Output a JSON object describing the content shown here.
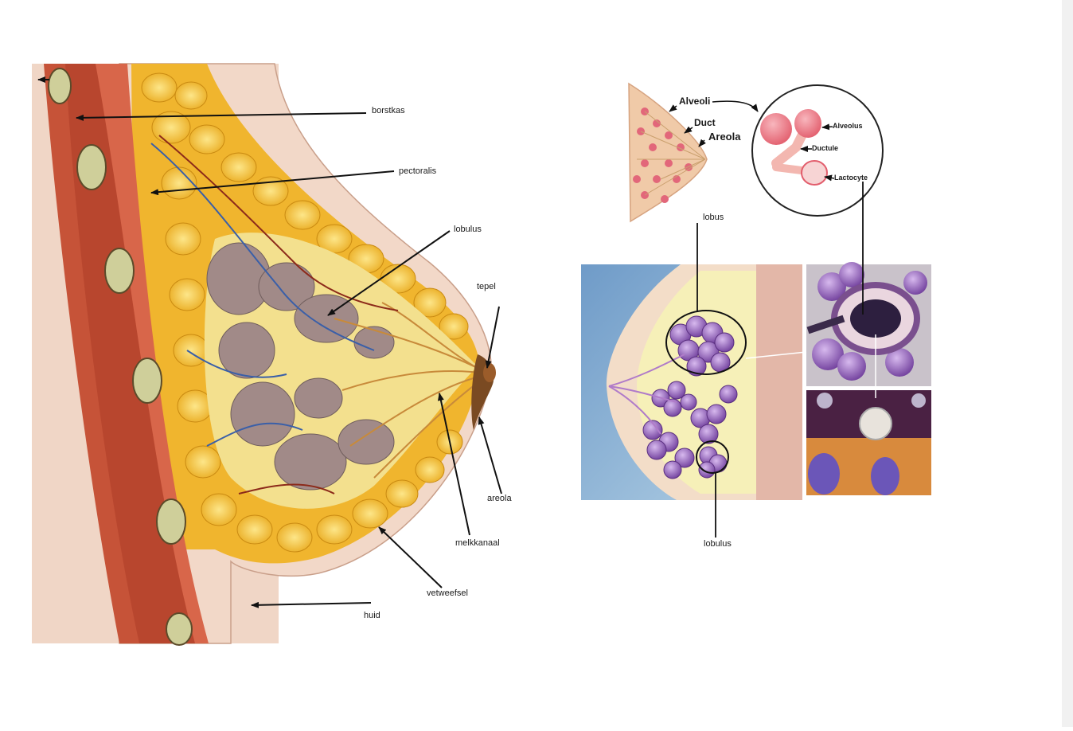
{
  "left_figure": {
    "labels": {
      "borstkas": "borstkas",
      "pectoralis": "pectoralis",
      "lobulus": "lobulus",
      "tepel": "tepel",
      "areola": "areola",
      "melkkanaal": "melkkanaal",
      "vetweefsel": "vetweefsel",
      "huid": "huid"
    }
  },
  "right_top_figure": {
    "labels": {
      "alveoli": "Alveoli",
      "duct": "Duct",
      "areola": "Areola",
      "alveolus": "Alveolus",
      "ductule": "Ductule",
      "lactocyte": "Lactocyte"
    }
  },
  "right_bottom_figure": {
    "labels": {
      "lobus": "lobus",
      "lobulus": "lobulus"
    }
  },
  "colors": {
    "skin": "#f0d6c6",
    "fat": "#f3c23e",
    "muscle": "#b8462e",
    "gland": "#a08a86",
    "purple": "#8d5bb3",
    "sky": "#8fb4d4",
    "alveolus_pink": "#ea7a86"
  }
}
